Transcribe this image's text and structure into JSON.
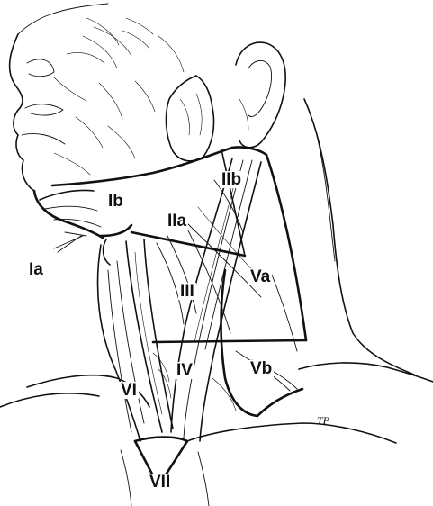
{
  "colors": {
    "ink": "#111111",
    "paper": "#ffffff"
  },
  "labels": {
    "Ia": "Ia",
    "Ib": "Ib",
    "IIa": "IIa",
    "IIb": "IIb",
    "III": "III",
    "IV": "IV",
    "Va": "Va",
    "Vb": "Vb",
    "VI": "VI",
    "VII": "VII"
  },
  "signature": "TP"
}
